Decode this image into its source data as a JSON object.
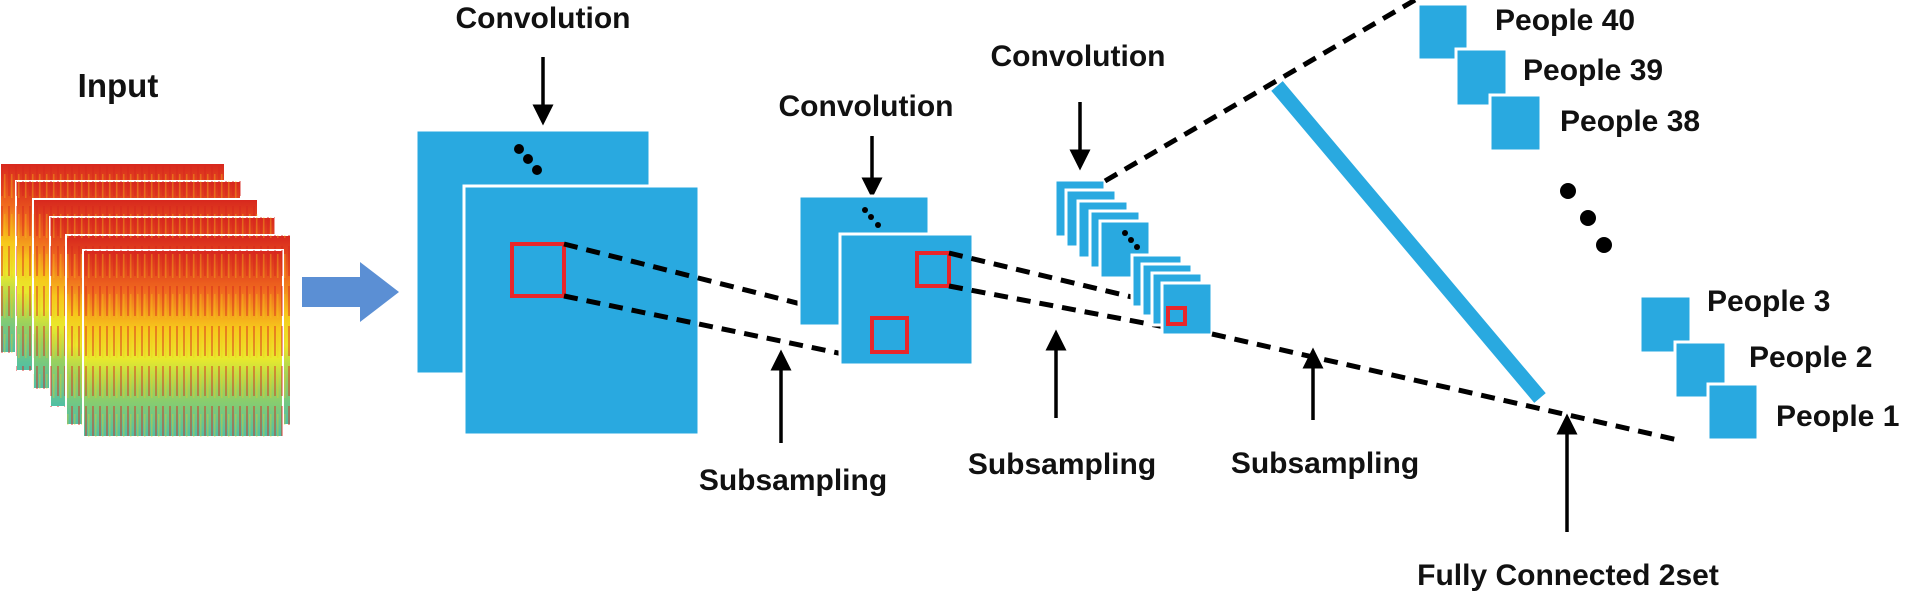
{
  "colors": {
    "map_blue": "#29A9E0",
    "highlight_red": "#E8262A",
    "line_black": "#000000",
    "input_arrow_blue": "#5B8FD4",
    "spectrogram": [
      "#D7261E",
      "#F06A1E",
      "#F7C81B",
      "#E9E92C",
      "#9BD15C",
      "#4FBFA6",
      "#2C6FB6"
    ]
  },
  "labels": {
    "input": "Input",
    "convolution_1": "Convolution",
    "convolution_2": "Convolution",
    "convolution_3": "Convolution",
    "subsampling_1": "Subsampling",
    "subsampling_2": "Subsampling",
    "subsampling_3": "Subsampling",
    "fully_connected": "Fully Connected 2set"
  },
  "outputs": {
    "top": [
      "People 40",
      "People 39",
      "People 38"
    ],
    "bottom": [
      "People 3",
      "People 2",
      "People 1"
    ],
    "ellipsis_icon": "vertical-ellipsis-icon"
  },
  "icons": {
    "input_arrow": "right-arrow-icon",
    "down_arrow": "down-arrow-icon",
    "up_arrow": "up-arrow-icon"
  }
}
